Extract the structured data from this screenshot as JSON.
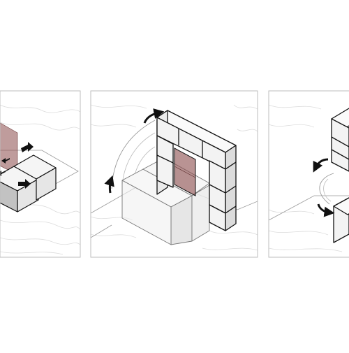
{
  "figure": {
    "panels": [
      {
        "id": "panel-1",
        "subject": "block-row-with-shaded-plane"
      },
      {
        "id": "panel-2",
        "subject": "u-frame-rotation"
      },
      {
        "id": "panel-3",
        "subject": "tower-rotation"
      }
    ],
    "colors": {
      "background": "#ffffff",
      "frame": "#bdbdbd",
      "topo_lines": "#d9d9d9",
      "block_stroke": "#111111",
      "face_light": "#f2f2f2",
      "face_mid": "#e3e3e3",
      "face_dark": "#bfbfbf",
      "shaded_plane": "#8a4b4b",
      "arrow": "#111111"
    },
    "icons": [
      "curved-arrow-icon",
      "straight-arrow-icon"
    ]
  }
}
